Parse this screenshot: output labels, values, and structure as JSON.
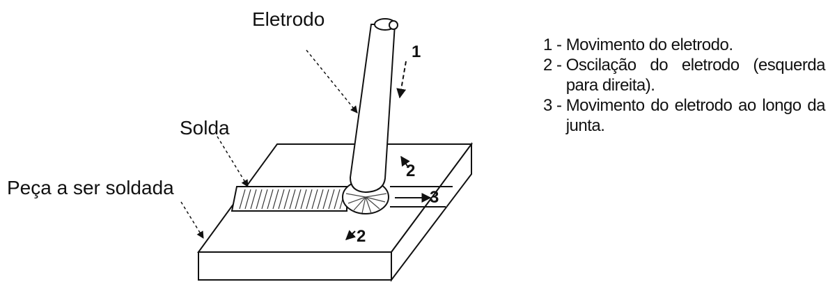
{
  "labels": {
    "electrode": "Eletrodo",
    "weld": "Solda",
    "workpiece": "Peça a ser soldada"
  },
  "markers": {
    "movement_1": "1",
    "oscillation_2_upper": "2",
    "oscillation_2_lower": "2",
    "movement_3": "3"
  },
  "legend": {
    "items": [
      {
        "number": "1",
        "text": "Movimento do eletrodo."
      },
      {
        "number": "2",
        "text": "Oscilação do eletrodo (esquerda para direita)."
      },
      {
        "number": "3",
        "text": "Movimento do eletrodo ao longo da junta."
      }
    ]
  }
}
